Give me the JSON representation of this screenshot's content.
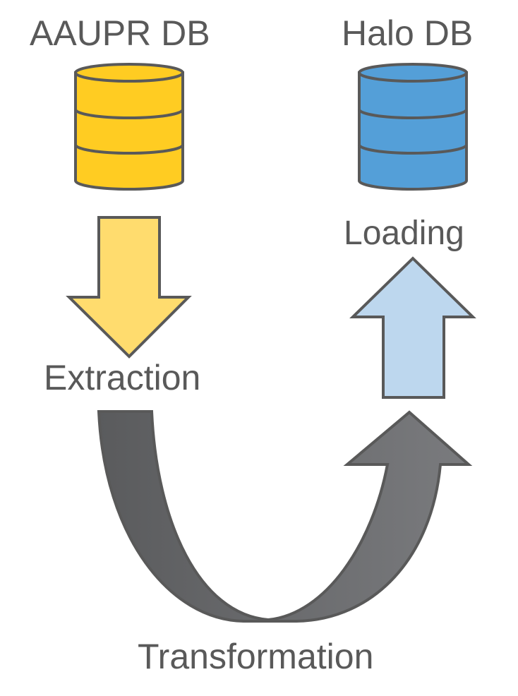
{
  "diagram": {
    "source_db": {
      "label": "AAUPR DB",
      "fill": "#FFCC22",
      "icon": "database-icon"
    },
    "target_db": {
      "label": "Halo DB",
      "fill": "#549FD8",
      "icon": "database-icon"
    },
    "steps": {
      "extraction": {
        "label": "Extraction",
        "arrow_fill": "#FFDC6E",
        "icon": "arrow-down-icon"
      },
      "transformation": {
        "label": "Transformation",
        "arrow_fill_left": "#5A5B5D",
        "arrow_fill_right": "#7A7B7E",
        "icon": "curved-arrow-icon"
      },
      "loading": {
        "label": "Loading",
        "arrow_fill": "#BDD7EE",
        "icon": "arrow-up-icon"
      }
    },
    "outline_color": "#595959",
    "text_color": "#595959"
  }
}
